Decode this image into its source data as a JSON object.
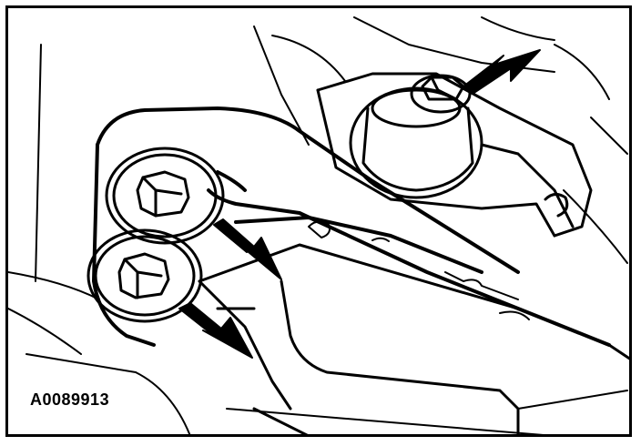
{
  "figure": {
    "code": "A0089913",
    "callout_arrows": [
      "top-right-bolt",
      "upper-left-bolt",
      "lower-left-bolt"
    ],
    "colors": {
      "line": "#000000",
      "background": "#ffffff"
    }
  }
}
